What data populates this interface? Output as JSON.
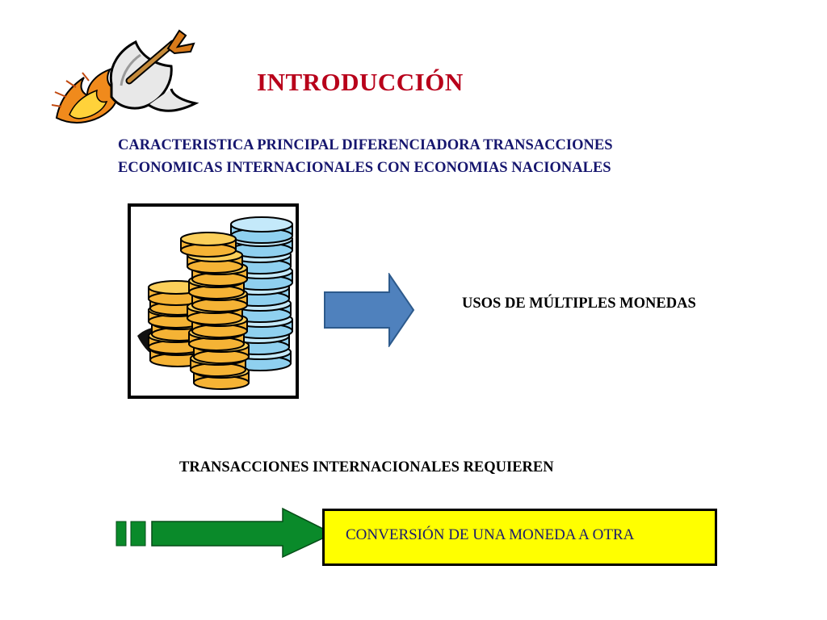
{
  "slide": {
    "title": "INTRODUCCIÓN",
    "subtitle_line1": "CARACTERISTICA PRINCIPAL DIFERENCIADORA TRANSACCIONES",
    "subtitle_line2": "ECONOMICAS INTERNACIONALES CON ECONOMIAS NACIONALES",
    "usos_label": "USOS DE MÚLTIPLES MONEDAS",
    "requieren_label": "TRANSACCIONES INTERNACIONALES REQUIEREN",
    "conversion_label": "CONVERSIÓN DE UNA MONEDA A OTRA"
  },
  "icons": {
    "top_left_clipart": "flaming-axe-icon",
    "coins_image": "coin-stacks-icon",
    "arrow_blue": "right-arrow-icon",
    "arrow_green": "striped-right-arrow-icon"
  },
  "colors": {
    "title": "#b8001a",
    "subtitle": "#16166e",
    "blue_arrow": "#4f81bd",
    "green_arrow": "#0a8a2a",
    "conversion_box": "#ffff00",
    "gold_coin": "#f5b335",
    "blue_coin": "#a8ddf5"
  }
}
